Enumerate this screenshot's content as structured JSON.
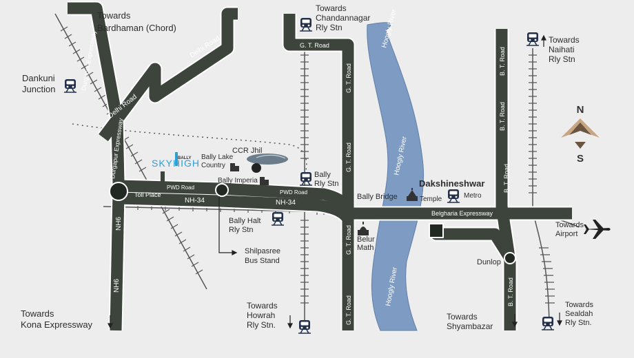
{
  "colors": {
    "background": "#ededed",
    "road": "#3c443c",
    "road_border": "#ffffff",
    "river": "#7e9cc3",
    "rail": "#555555",
    "compass_light": "#c8a684",
    "compass_dark": "#6b5440",
    "logo": "#2e9fd6"
  },
  "places": {
    "towards_bardhaman": [
      "Towards",
      "Bardhaman (Chord)"
    ],
    "dankuni": [
      "Dankuni",
      "Junction"
    ],
    "towards_chandannagar": [
      "Towards",
      "Chandannagar",
      "Rly Stn"
    ],
    "towards_naihati": [
      "Towards",
      "Naihati",
      "Rly Stn"
    ],
    "ccr_jhil": "CCR Jhil",
    "bally_lake_country": [
      "Bally Lake",
      "Country"
    ],
    "bally_imperia": "Bally Imperia",
    "bally_rly_stn": [
      "Bally",
      "Rly Stn"
    ],
    "bally_bridge": "Bally Bridge",
    "dakshineshwar": "Dakshineshwar",
    "temple": "Temple",
    "metro": "Metro",
    "bally_halt": [
      "Bally Halt",
      "Rly Stn"
    ],
    "belur_math": [
      "Belur",
      "Math"
    ],
    "shilpasree": [
      "Shilpasree",
      "Bus Stand"
    ],
    "towards_airport": [
      "Towards",
      "Airport"
    ],
    "dunlop": "Dunlop",
    "towards_kona": [
      "Towards",
      "Kona Expressway"
    ],
    "towards_howrah": [
      "Towards",
      "Howrah",
      "Rly Stn."
    ],
    "towards_shyambazar": [
      "Towards",
      "Shyambazar"
    ],
    "towards_sealdah": [
      "Towards",
      "Sealdah",
      "Rly Stn."
    ]
  },
  "roads": {
    "durgapur_expressway": "Durgapur Expressway",
    "delhi_road": "Delhi Road",
    "gt_road": "G. T. Road",
    "bt_road": "B. T. Road",
    "nh6": "NH6",
    "nh34": "NH-34",
    "pwd_road": "PWD Road",
    "toll_place": "Toll Place",
    "belgharia_expressway": "Belgharia Expressway"
  },
  "river": {
    "name": "Hoogly River"
  },
  "project": {
    "logo_top": "BALLY",
    "logo_main": "SKYHIGH"
  },
  "compass": {
    "north": "N",
    "south": "S"
  },
  "icons": {
    "train": "train-icon",
    "airplane": "airplane-icon",
    "temple": "temple-icon",
    "math": "belur-math-icon",
    "building": "building-icon",
    "lake": "lake-icon",
    "arrow_up": "arrow-up-icon",
    "arrow_down": "arrow-down-icon",
    "arrow_right": "arrow-right-icon"
  }
}
